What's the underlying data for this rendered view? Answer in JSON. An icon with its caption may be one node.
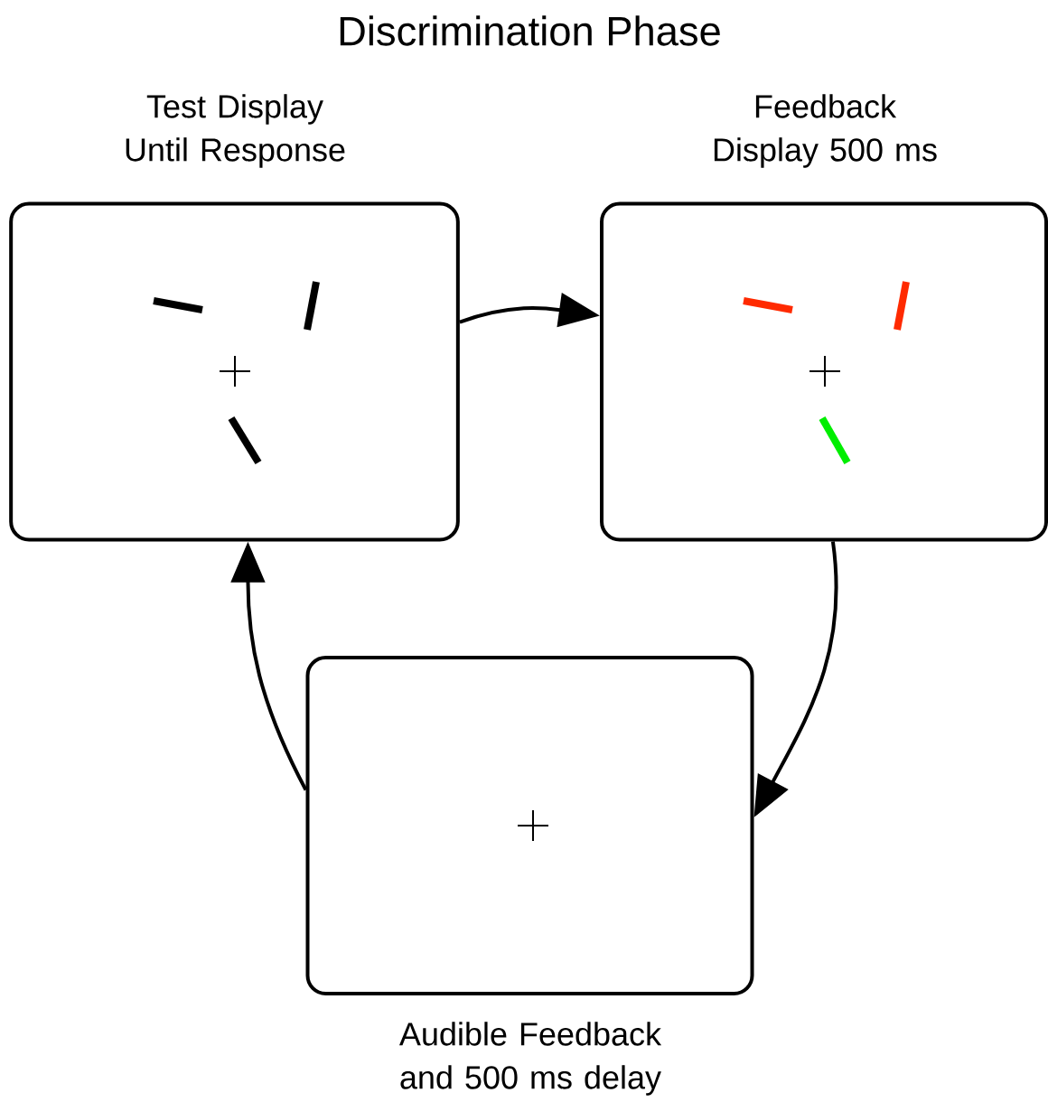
{
  "diagram": {
    "title": "Discrimination Phase",
    "nodes": [
      {
        "text": [
          "Test Display Until Response"
        ]
      },
      {
        "text": [
          "Feedback Display 500 ms"
        ]
      },
      {
        "text": [
          "Audible Feedback and 500 ms delay"
        ]
      }
    ],
    "edges": [
      {
        "from": 0,
        "to": 1,
        "arrow": "to"
      },
      {
        "from": 1,
        "to": 2,
        "arrow": "to"
      },
      {
        "from": 2,
        "to": 0,
        "arrow": "to"
      }
    ]
  }
}
